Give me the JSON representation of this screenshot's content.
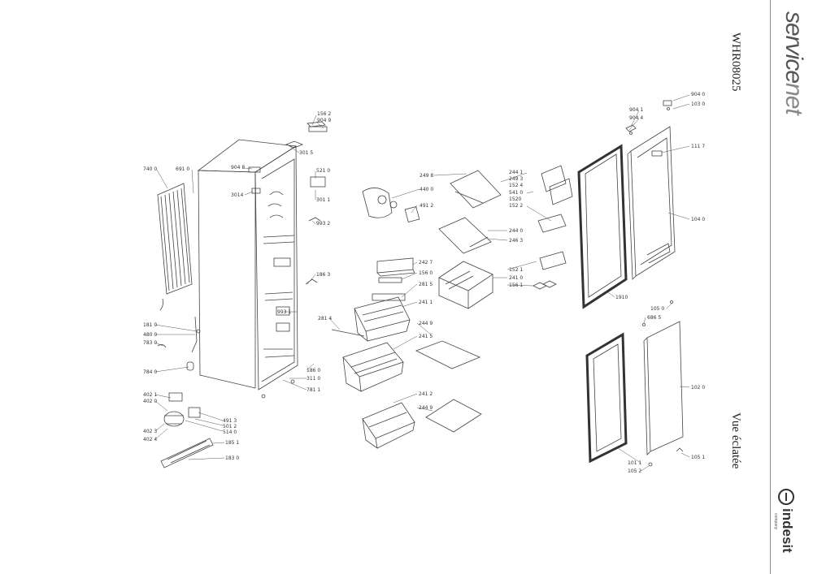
{
  "header": {
    "model": "WHR08025",
    "view_title": "Vue éclatée"
  },
  "brand": {
    "service": "service",
    "net": "net",
    "manufacturer": "indesit",
    "manufacturer_sub": "company"
  },
  "parts": {
    "p7400": "740 0",
    "p6910": "691 0",
    "p9048": "904 8",
    "p3014": "3014",
    "p1562": "156 2",
    "p9049": "904 9",
    "p3015": "301 5",
    "p5210": "521 0",
    "p3011": "301 1",
    "p9932": "993 2",
    "p1863": "186 3",
    "p9931": "993 1",
    "p1810": "181 0",
    "p4800": "480 0",
    "p7830": "783 0",
    "p7840": "784 0",
    "p1860": "186 0",
    "p3110": "311 0",
    "p7811": "781 1",
    "p4021": "402 1",
    "p4020": "402 0",
    "p4913": "491 3",
    "p5012": "501 2",
    "p5140": "514 0",
    "p4023": "402 3",
    "p4024": "402 4",
    "p1851": "185 1",
    "p1830": "183 0",
    "p2498": "249 8",
    "p4400": "440 0",
    "p4912": "491 2",
    "p2441": "244 1",
    "p2493": "249 3",
    "p1524": "152 4",
    "p5410": "541 0",
    "p1520": "1520",
    "p1522": "152 2",
    "p2440": "244 0",
    "p2463": "246 3",
    "p2427": "242 7",
    "p1560": "156 0",
    "p2815": "281 5",
    "p2411": "241 1",
    "p2814": "281 4",
    "p2449": "244 9",
    "p2415": "241 5",
    "p1521": "152 1",
    "p2410": "241 0",
    "p1561": "156 1",
    "p2412": "241 2",
    "p2449b": "244 9",
    "p9041": "904 1",
    "p9044": "904 4",
    "p9040": "904 0",
    "p1030": "103 0",
    "p1117": "111 7",
    "p1040": "104 0",
    "p1910": "1910",
    "p1050": "105 0",
    "p6865": "686 5",
    "p1020": "102 0",
    "p1011": "101 1",
    "p1052": "105 2",
    "p1051": "105 1"
  }
}
